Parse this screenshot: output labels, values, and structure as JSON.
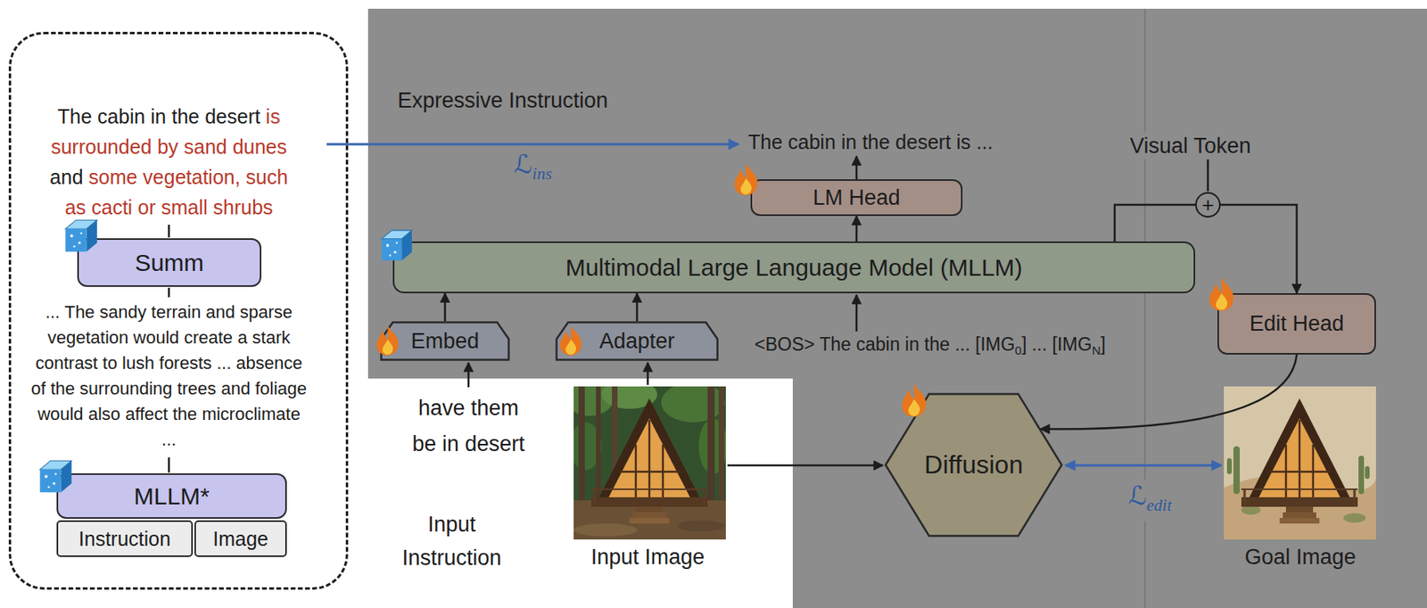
{
  "diagram": {
    "nodes": [
      {
        "text": [
          "The cabin in the desert",
          "is surrounded by sand dunes",
          "and",
          "some vegetation, such as cacti or small shrubs",
          "... The sandy terrain and sparse vegetation would create a stark contrast to lush forests ... absence of the surrounding trees and foliage would also affect the microclimate ..."
        ]
      },
      {
        "text": [
          "Summ"
        ],
        "in": 0
      },
      {
        "text": [
          "MLLM*"
        ],
        "in": 0
      },
      {
        "text": [
          "Instruction"
        ],
        "in": 0
      },
      {
        "text": [
          "Image"
        ],
        "in": 0
      },
      {
        "text": [
          "LM Head"
        ]
      },
      {
        "text": [
          "+"
        ]
      },
      {
        "text": [
          "Multimodal Large Language Model (MLLM)"
        ]
      },
      {
        "text": [
          "Embed"
        ]
      },
      {
        "text": [
          "Adapter"
        ]
      },
      {
        "text": [
          "Edit Head"
        ]
      },
      {
        "text": [
          "Diffusion"
        ]
      }
    ],
    "edges": [
      {
        "from": 7,
        "to": 5,
        "arrow": "to"
      },
      {
        "from": 8,
        "to": 7,
        "arrow": "to"
      },
      {
        "from": 9,
        "to": 7,
        "arrow": "to"
      },
      {
        "from": 7,
        "to": 6,
        "arrow": "none"
      },
      {
        "from": 6,
        "to": 10,
        "arrow": "to"
      },
      {
        "from": 10,
        "to": 11,
        "arrow": "to"
      }
    ],
    "labels": [
      "Expressive Instruction",
      "The cabin in the desert is ...",
      "ℒ",
      "ins",
      "Visual Token",
      "<BOS> The cabin in the ... [IMG",
      "0",
      "] ... [IMG",
      "N",
      "]",
      "have them be in desert",
      "Input Instruction",
      "Input Image",
      "ℒ",
      "edit",
      "Goal Image"
    ]
  }
}
